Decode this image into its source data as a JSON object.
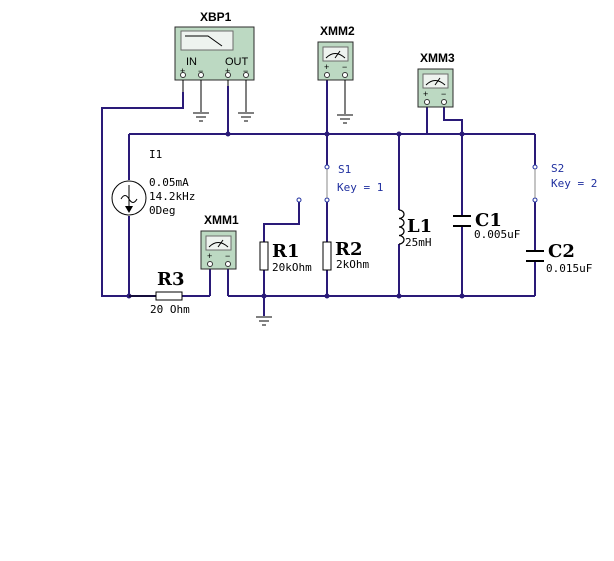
{
  "components": {
    "xbp1": {
      "name": "XBP1",
      "in_label": "IN",
      "out_label": "OUT",
      "plus": "+",
      "minus": "−"
    },
    "xmm2": {
      "name": "XMM2",
      "plus": "+",
      "minus": "−"
    },
    "xmm3": {
      "name": "XMM3",
      "plus": "+",
      "minus": "−"
    },
    "xmm1": {
      "name": "XMM1",
      "plus": "+",
      "minus": "−"
    },
    "i1": {
      "name": "I1",
      "current": "0.05mA",
      "frequency": "14.2kHz",
      "phase": "0Deg"
    },
    "r3": {
      "name": "R3",
      "value": "20 Ohm"
    },
    "r1": {
      "name": "R1",
      "value": "20kOhm"
    },
    "r2": {
      "name": "R2",
      "value": "2kOhm"
    },
    "s1": {
      "name": "S1",
      "key": "Key = 1"
    },
    "s2": {
      "name": "S2",
      "key": "Key = 2"
    },
    "l1": {
      "name": "L1",
      "value": "25mH"
    },
    "c1": {
      "name": "C1",
      "value": "0.005uF"
    },
    "c2": {
      "name": "C2",
      "value": "0.015uF"
    }
  },
  "colors": {
    "wire": "#2a1a78",
    "instrument_body": "#bcd9c2",
    "switch_label": "#1f2f9f"
  }
}
